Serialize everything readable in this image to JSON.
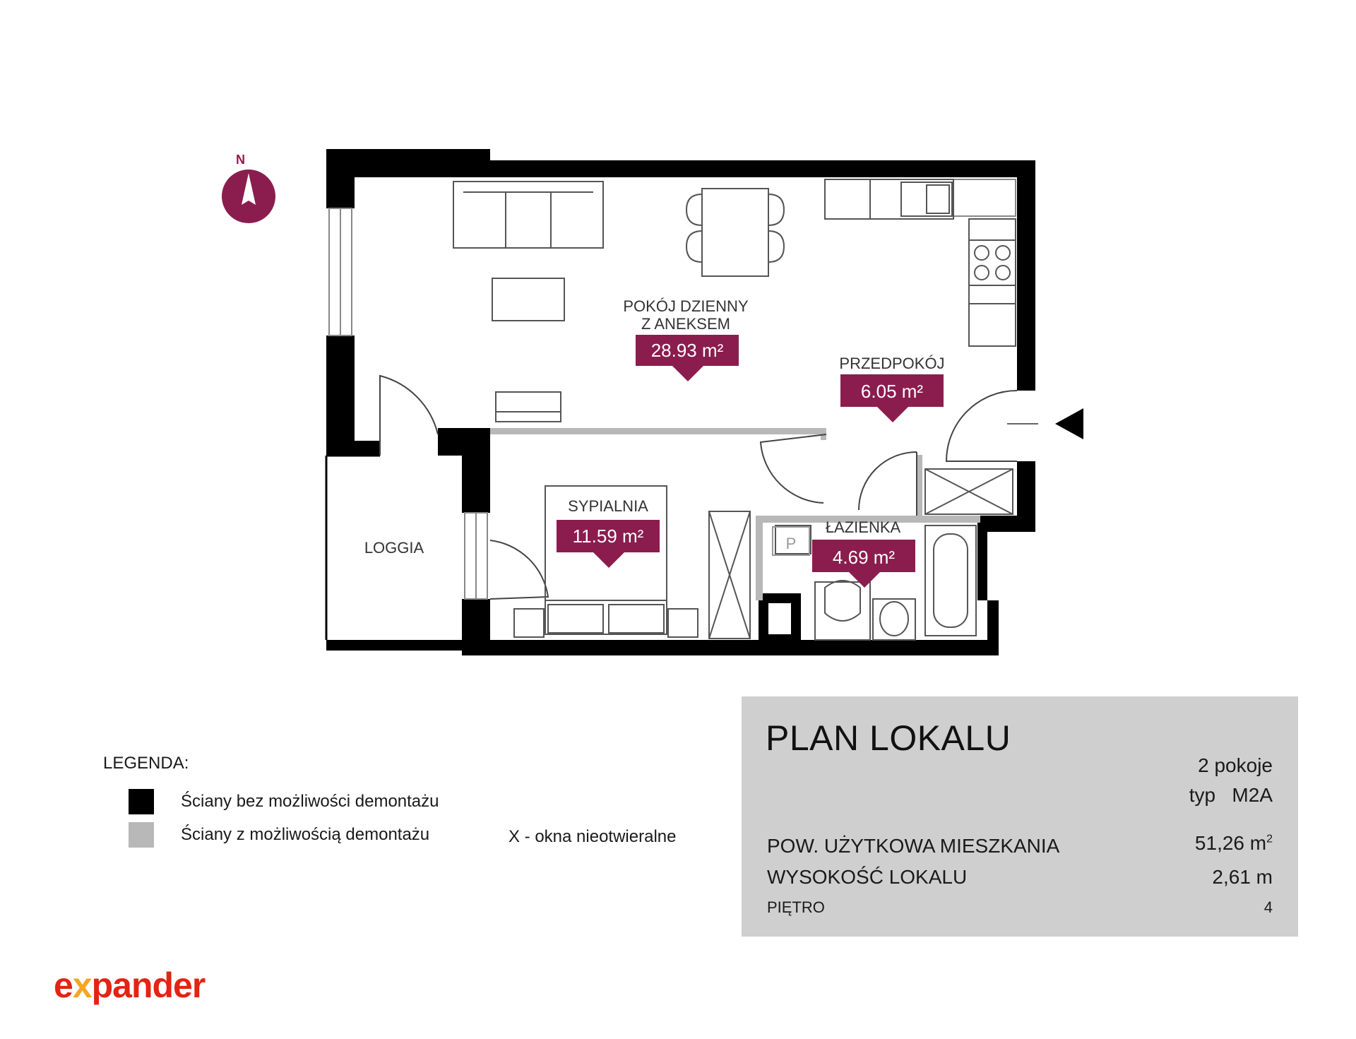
{
  "rooms": {
    "living": {
      "name_line1": "POKÓJ DZIENNY",
      "name_line2": "Z ANEKSEM",
      "area": "28.93 m²"
    },
    "hall": {
      "name": "PRZEDPOKÓJ",
      "area": "6.05 m²"
    },
    "bedroom": {
      "name": "SYPIALNIA",
      "area": "11.59 m²"
    },
    "bathroom": {
      "name": "ŁAZIENKA",
      "area": "4.69 m²"
    },
    "loggia": {
      "name": "LOGGIA"
    }
  },
  "compass": {
    "letter": "N"
  },
  "fixture_labels": {
    "p": "P"
  },
  "legend": {
    "title": "LEGENDA:",
    "items": [
      {
        "label": "Ściany bez możliwości demontażu",
        "color": "#000000"
      },
      {
        "label": "Ściany z możliwością demontażu",
        "color": "#b8b8b8"
      }
    ],
    "note": "X - okna nieotwieralne"
  },
  "info": {
    "title": "PLAN LOKALU",
    "rooms_count": "2 pokoje",
    "type_label": "typ",
    "type_value": "M2A",
    "area_label": "POW. UŻYTKOWA MIESZKANIA",
    "area_value": "51,26 m",
    "area_sup": "2",
    "height_label": "WYSOKOŚĆ LOKALU",
    "height_value": "2,61 m",
    "floor_label": "PIĘTRO",
    "floor_value": "4"
  },
  "logo": {
    "text_a": "e",
    "text_x": "x",
    "text_b": "pander"
  },
  "colors": {
    "accent": "#8b1d4e",
    "wall": "#000000",
    "removable_wall": "#b8b8b8",
    "info_bg": "#cfcfcf",
    "logo": "#e42313"
  }
}
